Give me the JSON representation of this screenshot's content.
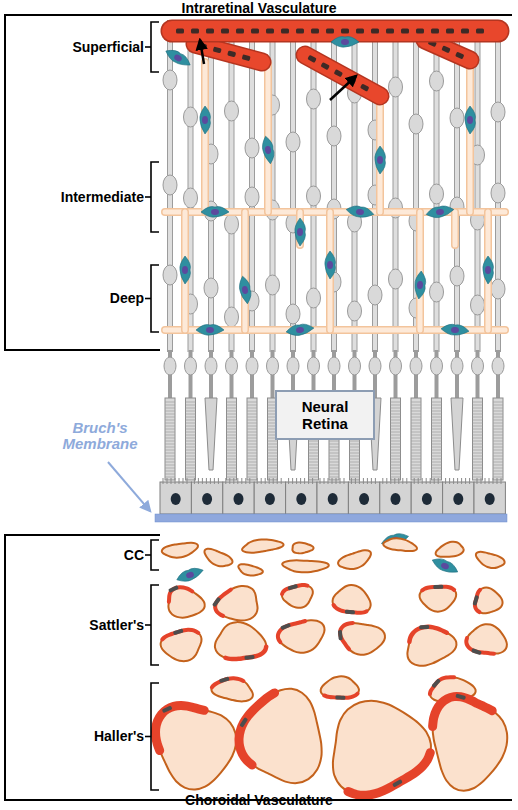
{
  "diagram": {
    "nodes": [
      {
        "text": [
          "Neural Retina"
        ]
      }
    ],
    "labels": [
      "Intraretinal Vasculature",
      "Superficial",
      "Intermediate",
      "Deep",
      "Bruch's Membrane",
      "CC",
      "Sattler's",
      "Haller's",
      "Choroidal Vasculature"
    ]
  }
}
